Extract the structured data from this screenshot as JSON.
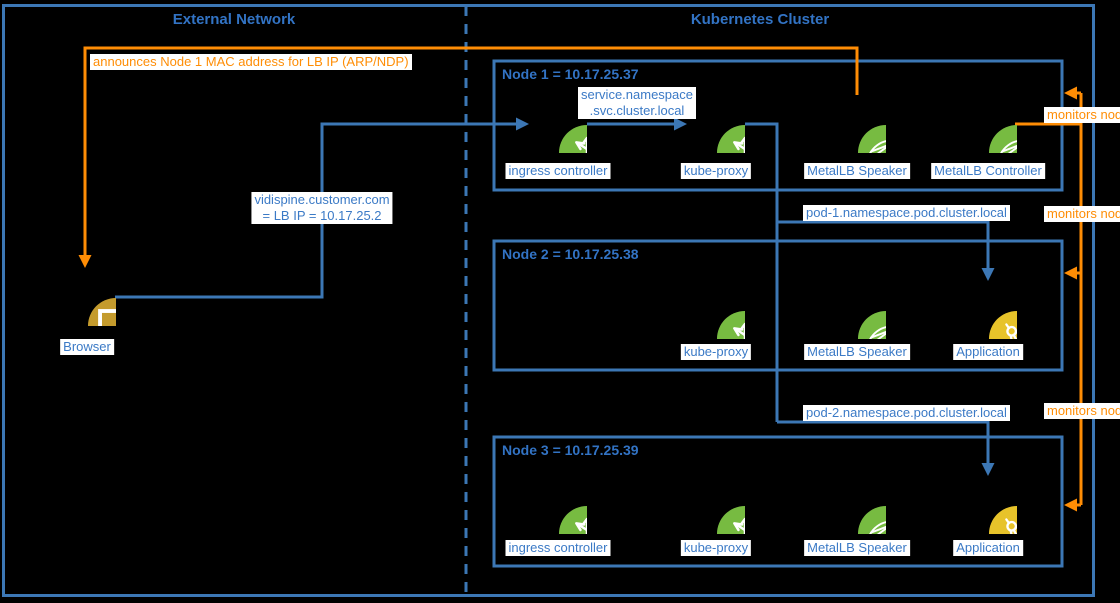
{
  "colors": {
    "background": "#000000",
    "line_blue": "#3c77b5",
    "text_blue": "#3b7ac6",
    "title_blue": "#3273c4",
    "orange": "#ff8d05",
    "green": "#77bb41",
    "application_yellow": "#e7c32a",
    "browser_gold": "#c49b2d",
    "label_background": "#ffffff"
  },
  "regions": {
    "external": {
      "title": "External Network"
    },
    "cluster": {
      "title": "Kubernetes Cluster"
    }
  },
  "browser": {
    "label": "Browser"
  },
  "edges": {
    "announce_label": "announces Node 1 MAC address for LB IP (ARP/NDP)",
    "lb_dns_line1": "vidispine.customer.com",
    "lb_dns_line2": "= LB IP = 10.17.25.2",
    "service_dns_line1": "service.namespace",
    "service_dns_line2": ".svc.cluster.local",
    "pod1_dns": "pod-1.namespace.pod.cluster.local",
    "pod2_dns": "pod-2.namespace.pod.cluster.local",
    "monitors": [
      "monitors node",
      "monitors node",
      "monitors node"
    ]
  },
  "nodes": [
    {
      "title": "Node 1 = 10.17.25.37",
      "components": [
        {
          "label": "ingress controller"
        },
        {
          "label": "kube-proxy"
        },
        {
          "label": "MetalLB Speaker"
        },
        {
          "label": "MetalLB Controller"
        }
      ]
    },
    {
      "title": "Node 2 = 10.17.25.38",
      "components": [
        {
          "label": "kube-proxy"
        },
        {
          "label": "MetalLB Speaker"
        },
        {
          "label": "Application"
        }
      ]
    },
    {
      "title": "Node 3 = 10.17.25.39",
      "components": [
        {
          "label": "ingress controller"
        },
        {
          "label": "kube-proxy"
        },
        {
          "label": "MetalLB Speaker"
        },
        {
          "label": "Application"
        }
      ]
    }
  ]
}
